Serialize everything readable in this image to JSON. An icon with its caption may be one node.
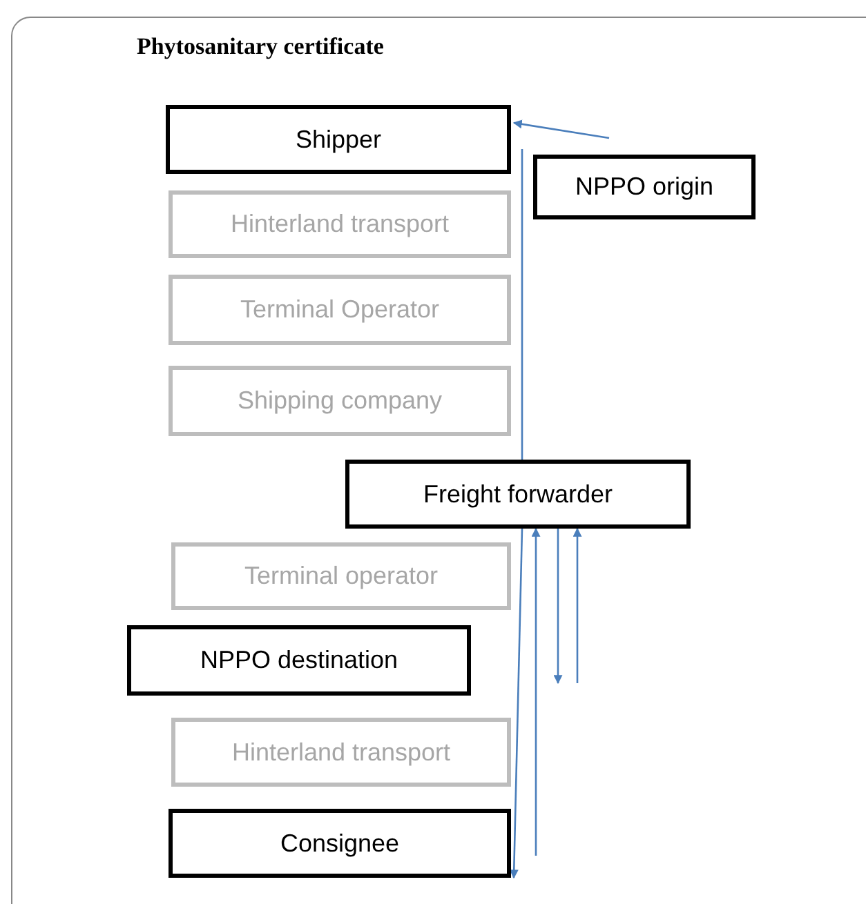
{
  "diagram": {
    "title": "Phytosanitary certificate",
    "nodes": [
      {
        "text": [
          "Shipper"
        ]
      },
      {
        "text": [
          "NPPO origin"
        ]
      },
      {
        "text": [
          "Hinterland transport"
        ]
      },
      {
        "text": [
          "Terminal Operator"
        ]
      },
      {
        "text": [
          "Shipping company"
        ]
      },
      {
        "text": [
          "Freight forwarder"
        ]
      },
      {
        "text": [
          "Terminal operator"
        ]
      },
      {
        "text": [
          "NPPO destination"
        ]
      },
      {
        "text": [
          "Hinterland transport"
        ]
      },
      {
        "text": [
          "Consignee"
        ]
      }
    ],
    "edges": [
      {
        "from": 1,
        "to": 0,
        "arrow": "to"
      },
      {
        "from": 1,
        "to": 5,
        "arrow": "none"
      },
      {
        "from": 5,
        "to": 9,
        "arrow": "to"
      },
      {
        "from": null,
        "to": 5,
        "arrow": "to"
      },
      {
        "from": 5,
        "to": null,
        "arrow": "to"
      },
      {
        "from": null,
        "to": 5,
        "arrow": "to"
      }
    ]
  }
}
